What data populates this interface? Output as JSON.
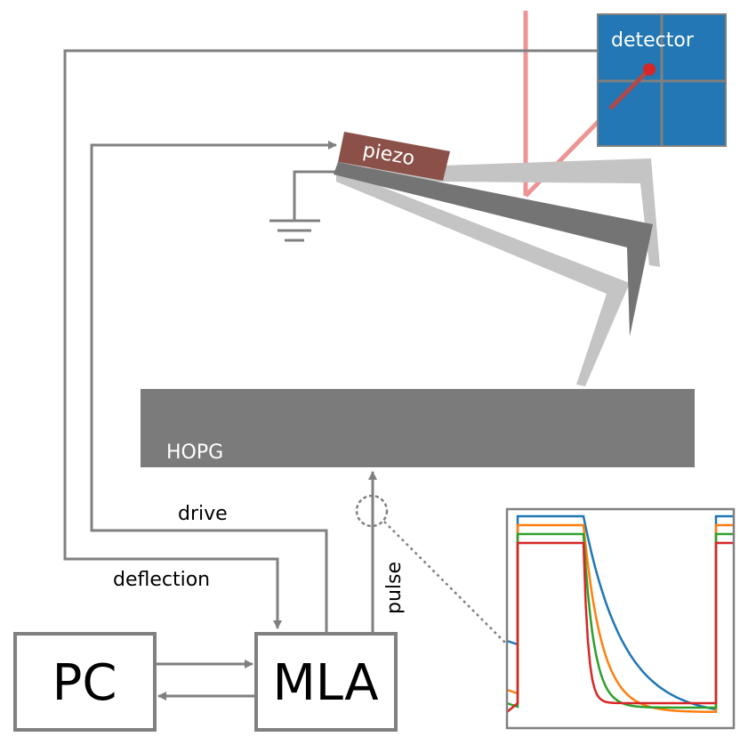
{
  "labels": {
    "detector": "detector",
    "piezo": "piezo",
    "hopg": "HOPG",
    "drive": "drive",
    "deflection": "deflection",
    "pulse": "pulse",
    "pc": "PC",
    "mla": "MLA"
  },
  "colors": {
    "line_gray": "#808080",
    "cantilever_dark": "#747474",
    "cantilever_light": "#c0c0c0",
    "hopg": "#7b7b7b",
    "piezo": "#8b5148",
    "detector": "#2277b4",
    "laser": "#ee9494",
    "laser_spot": "#d62728",
    "series": [
      "#1f77b4",
      "#ff7f0e",
      "#2ca02c",
      "#d62728"
    ]
  },
  "inset_curves": [
    {
      "color": "#1f77b4",
      "decay": 0.3
    },
    {
      "color": "#ff7f0e",
      "decay": 0.14
    },
    {
      "color": "#2ca02c",
      "decay": 0.08
    },
    {
      "color": "#d62728",
      "decay": 0.035
    }
  ]
}
